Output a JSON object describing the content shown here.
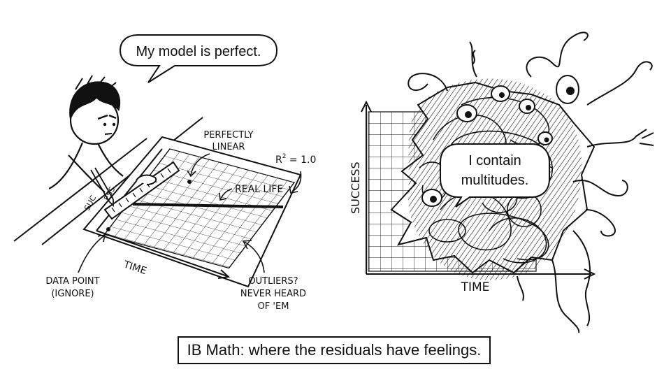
{
  "left_panel": {
    "speech_bubble": "My model is perfect.",
    "ruler_label_left": "SUC",
    "ruler_label_right": "ESS",
    "annotation_perfectly": "PERFECTLY",
    "annotation_linear": "LINEAR",
    "annotation_r2_base": "R",
    "annotation_r2_sup": "2",
    "annotation_r2_value": " = 1.0",
    "annotation_real_life": "REAL LIFE",
    "axis_time": "TIME",
    "annotation_data_point_1": "DATA POINT",
    "annotation_data_point_2": "(IGNORE)",
    "annotation_outliers_1": "OUTLIERS?",
    "annotation_outliers_2": "NEVER HEARD",
    "annotation_outliers_3": "OF 'EM"
  },
  "right_panel": {
    "speech_bubble_line1": "I contain",
    "speech_bubble_line2": "multitudes.",
    "axis_success": "SUCCESS",
    "axis_time": "TIME"
  },
  "caption": "IB Math: where the residuals have feelings."
}
